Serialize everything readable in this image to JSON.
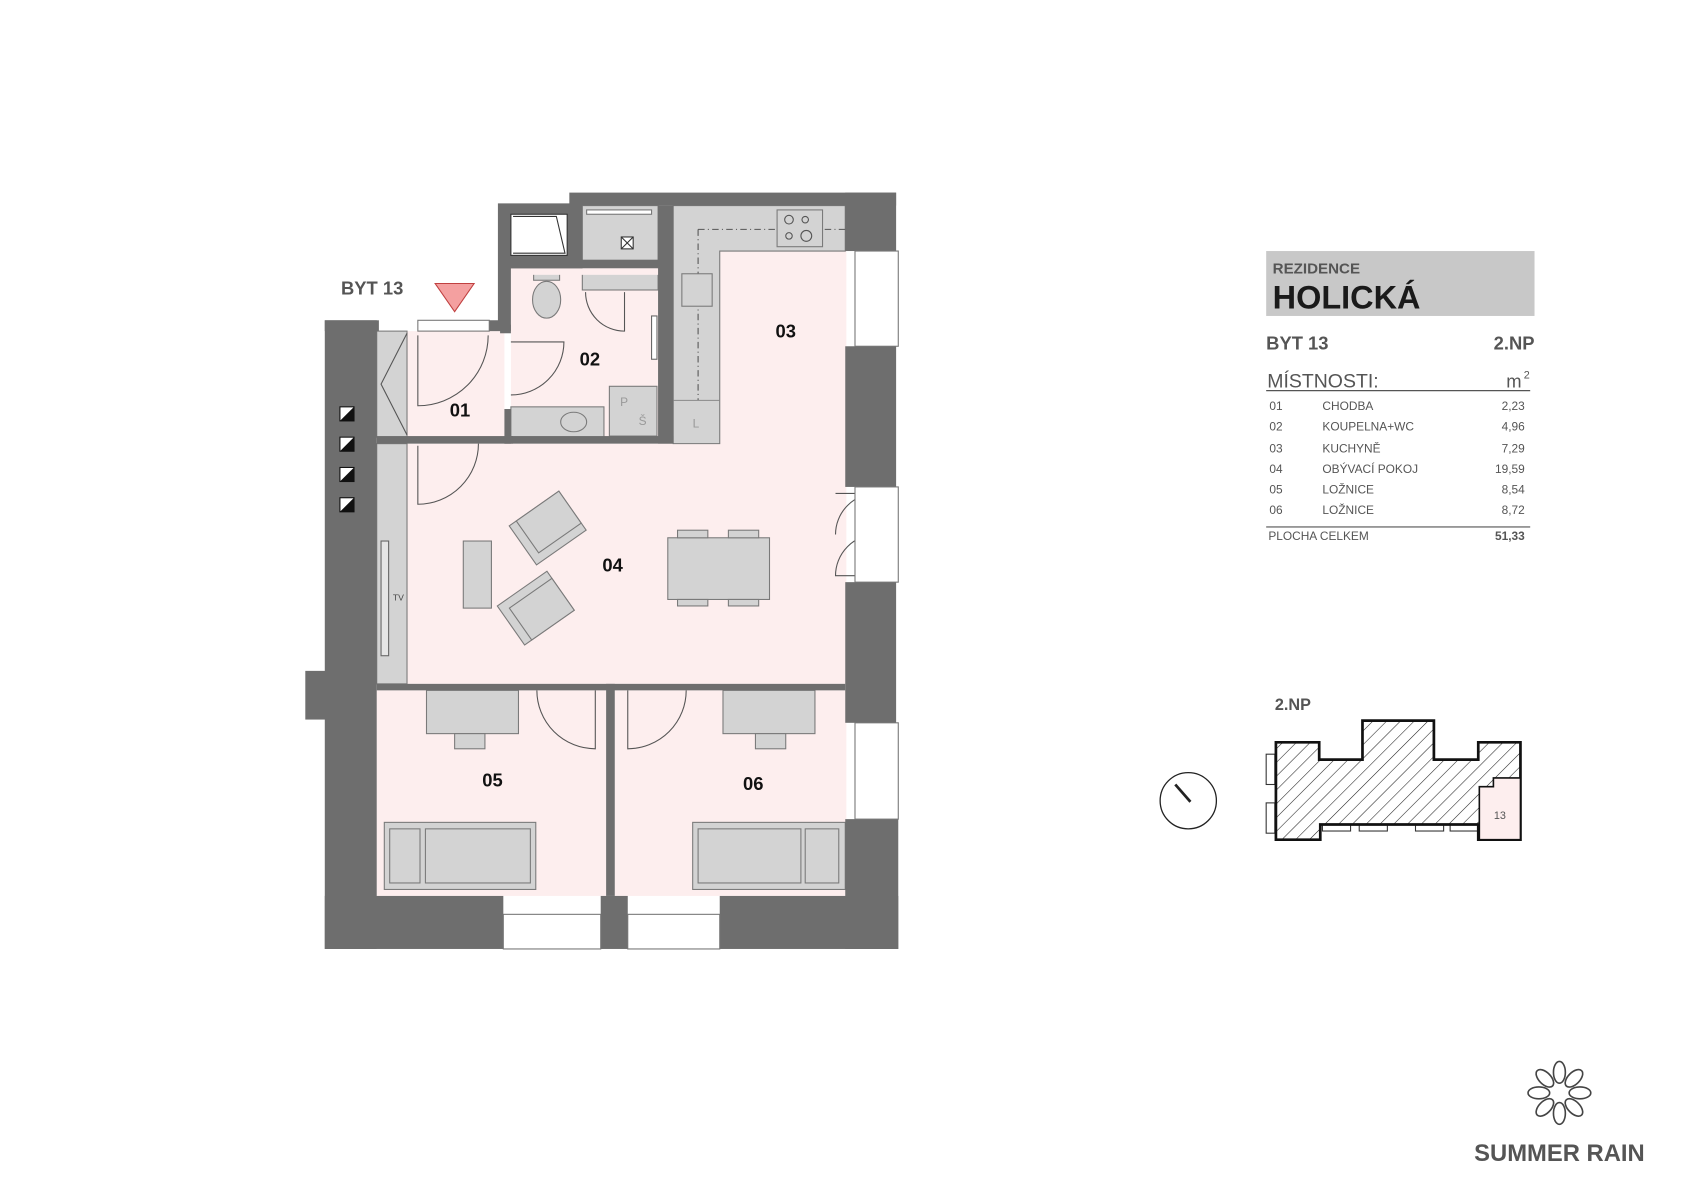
{
  "plan": {
    "unit_label": "BYT 13",
    "rooms": [
      {
        "id": "01"
      },
      {
        "id": "02"
      },
      {
        "id": "03"
      },
      {
        "id": "04"
      },
      {
        "id": "05"
      },
      {
        "id": "06"
      }
    ],
    "tv_label": "TV",
    "bath_labels": {
      "p": "P",
      "s": "Š"
    },
    "kitchen_label": "L",
    "entrance_color": "#f4a0a0",
    "room_fill": "#fdeeee",
    "wall_color": "#6e6e6e"
  },
  "info": {
    "project_prefix": "REZIDENCE",
    "project_name": "HOLICKÁ",
    "unit": "BYT 13",
    "floor": "2.NP",
    "rooms_header": "MÍSTNOSTI:",
    "unit_header": "m",
    "unit_sup": "2",
    "rooms": [
      {
        "id": "01",
        "name": "CHODBA",
        "area": "2,23"
      },
      {
        "id": "02",
        "name": "KOUPELNA+WC",
        "area": "4,96"
      },
      {
        "id": "03",
        "name": "KUCHYNĚ",
        "area": "7,29"
      },
      {
        "id": "04",
        "name": "OBÝVACÍ POKOJ",
        "area": "19,59"
      },
      {
        "id": "05",
        "name": "LOŽNICE",
        "area": "8,54"
      },
      {
        "id": "06",
        "name": "LOŽNICE",
        "area": "8,72"
      }
    ],
    "total_label": "PLOCHA CELKEM",
    "total_area": "51,33"
  },
  "key_plan": {
    "floor": "2.NP",
    "unit_number": "13"
  },
  "logo": {
    "text": "SUMMER RAIN"
  }
}
